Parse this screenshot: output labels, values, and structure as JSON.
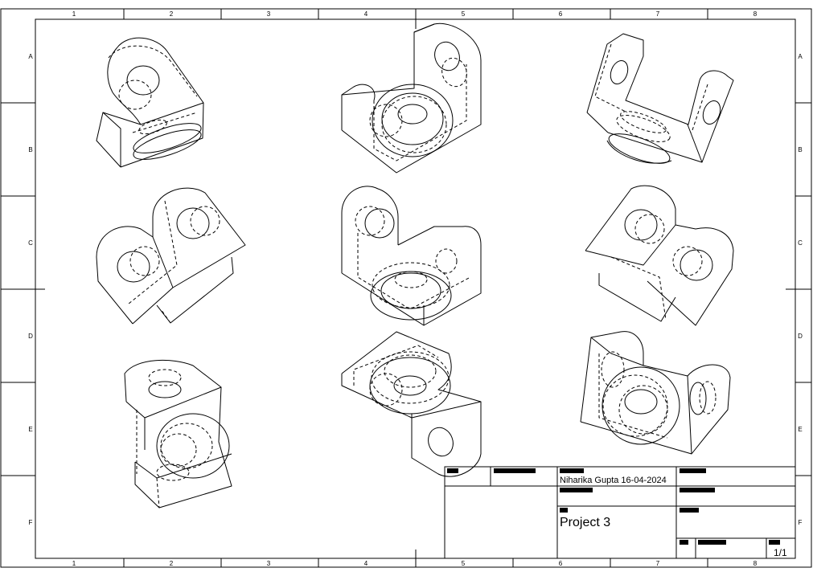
{
  "sheet": {
    "col_labels": [
      "1",
      "2",
      "3",
      "4",
      "5",
      "6",
      "7",
      "8"
    ],
    "row_labels": [
      "A",
      "B",
      "C",
      "D",
      "E",
      "F"
    ]
  },
  "title_block": {
    "author_date": "Niharika Gupta 16-04-2024",
    "project_title": "Project 3",
    "sheet_number": "1/1"
  },
  "views": [
    {
      "name": "view-top-left"
    },
    {
      "name": "view-top-center"
    },
    {
      "name": "view-top-right"
    },
    {
      "name": "view-middle-left"
    },
    {
      "name": "view-middle-center"
    },
    {
      "name": "view-middle-right"
    },
    {
      "name": "view-bottom-left"
    },
    {
      "name": "view-bottom-center"
    },
    {
      "name": "view-bottom-right"
    }
  ]
}
